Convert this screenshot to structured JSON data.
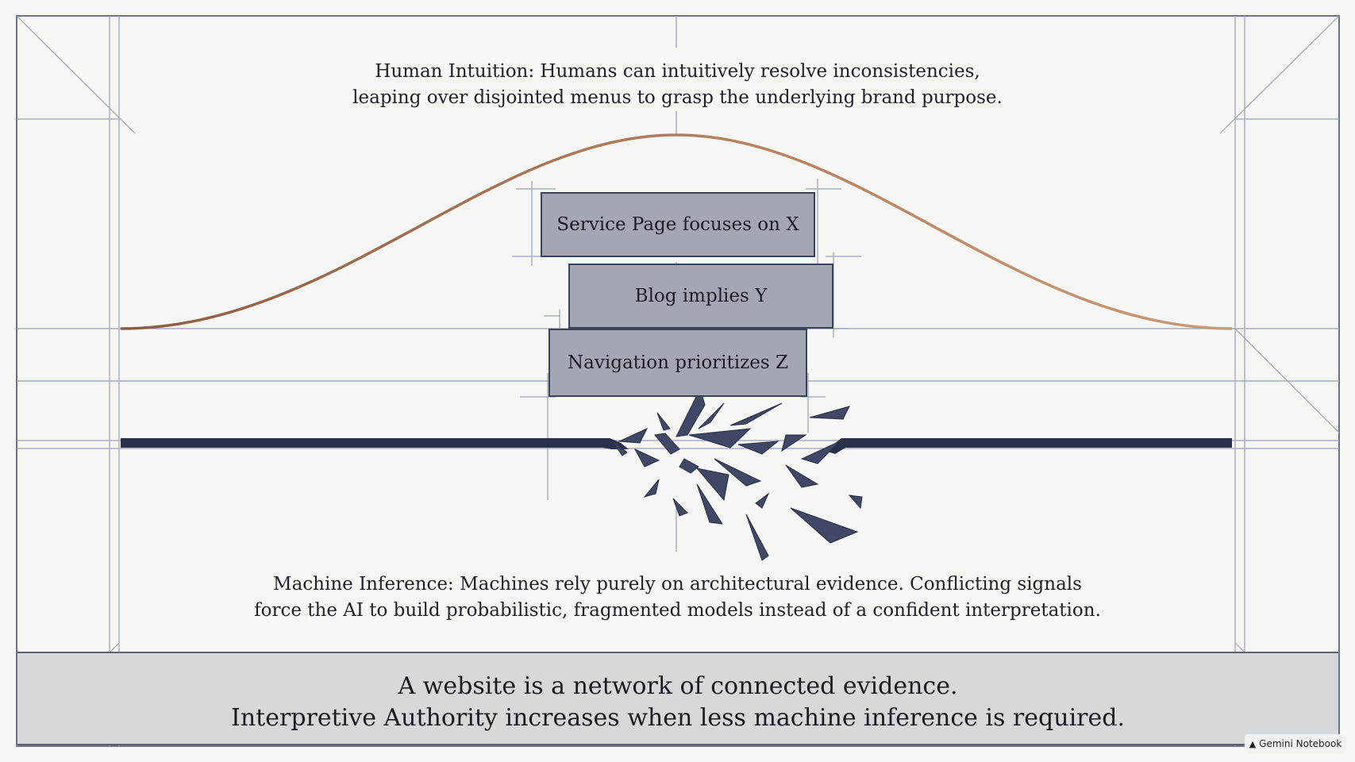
{
  "human_intuition": {
    "line1": "Human Intuition: Humans can intuitively resolve inconsistencies,",
    "line2": "leaping over disjointed menus to grasp the underlying brand purpose."
  },
  "boxes": {
    "x": "Service Page focuses on X",
    "y": "Blog implies Y",
    "z": "Navigation prioritizes Z"
  },
  "machine_inference": {
    "line1": "Machine Inference: Machines rely purely on architectural evidence. Conflicting signals",
    "line2": "force the AI to build probabilistic, fragmented models instead of a confident interpretation."
  },
  "footer": {
    "line1": "A website is a network of connected evidence.",
    "line2": "Interpretive Authority increases when less machine inference is required."
  },
  "badge": {
    "label": "Gemini Notebook",
    "icon": "notebook-icon"
  },
  "colors": {
    "curve": "#b08060",
    "bar": "#2a2f4a",
    "shard": "#3a4262",
    "box_fill": "#a3a7b4",
    "grid": "#9aa0b2"
  }
}
